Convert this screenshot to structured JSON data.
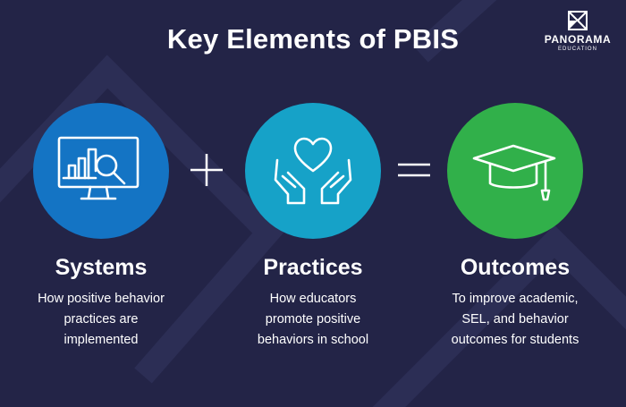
{
  "title": "Key Elements of PBIS",
  "logo": {
    "name": "PANORAMA",
    "sub": "EDUCATION",
    "icon": "panorama-logo-icon"
  },
  "operators": {
    "plus": "plus-icon",
    "equals": "equals-icon"
  },
  "elements": [
    {
      "heading": "Systems",
      "desc_lines": [
        "How positive behavior",
        "practices are",
        "implemented"
      ],
      "icon": "monitor-chart-magnifier-icon",
      "color": "#1474c4"
    },
    {
      "heading": "Practices",
      "desc_lines": [
        "How educators",
        "promote positive",
        "behaviors in school"
      ],
      "icon": "heart-in-hands-icon",
      "color": "#16a2c8"
    },
    {
      "heading": "Outcomes",
      "desc_lines": [
        "To improve academic,",
        "SEL, and behavior",
        "outcomes for students"
      ],
      "icon": "graduation-cap-icon",
      "color": "#31b04a"
    }
  ],
  "colors": {
    "background": "#232447",
    "text": "#ffffff"
  }
}
